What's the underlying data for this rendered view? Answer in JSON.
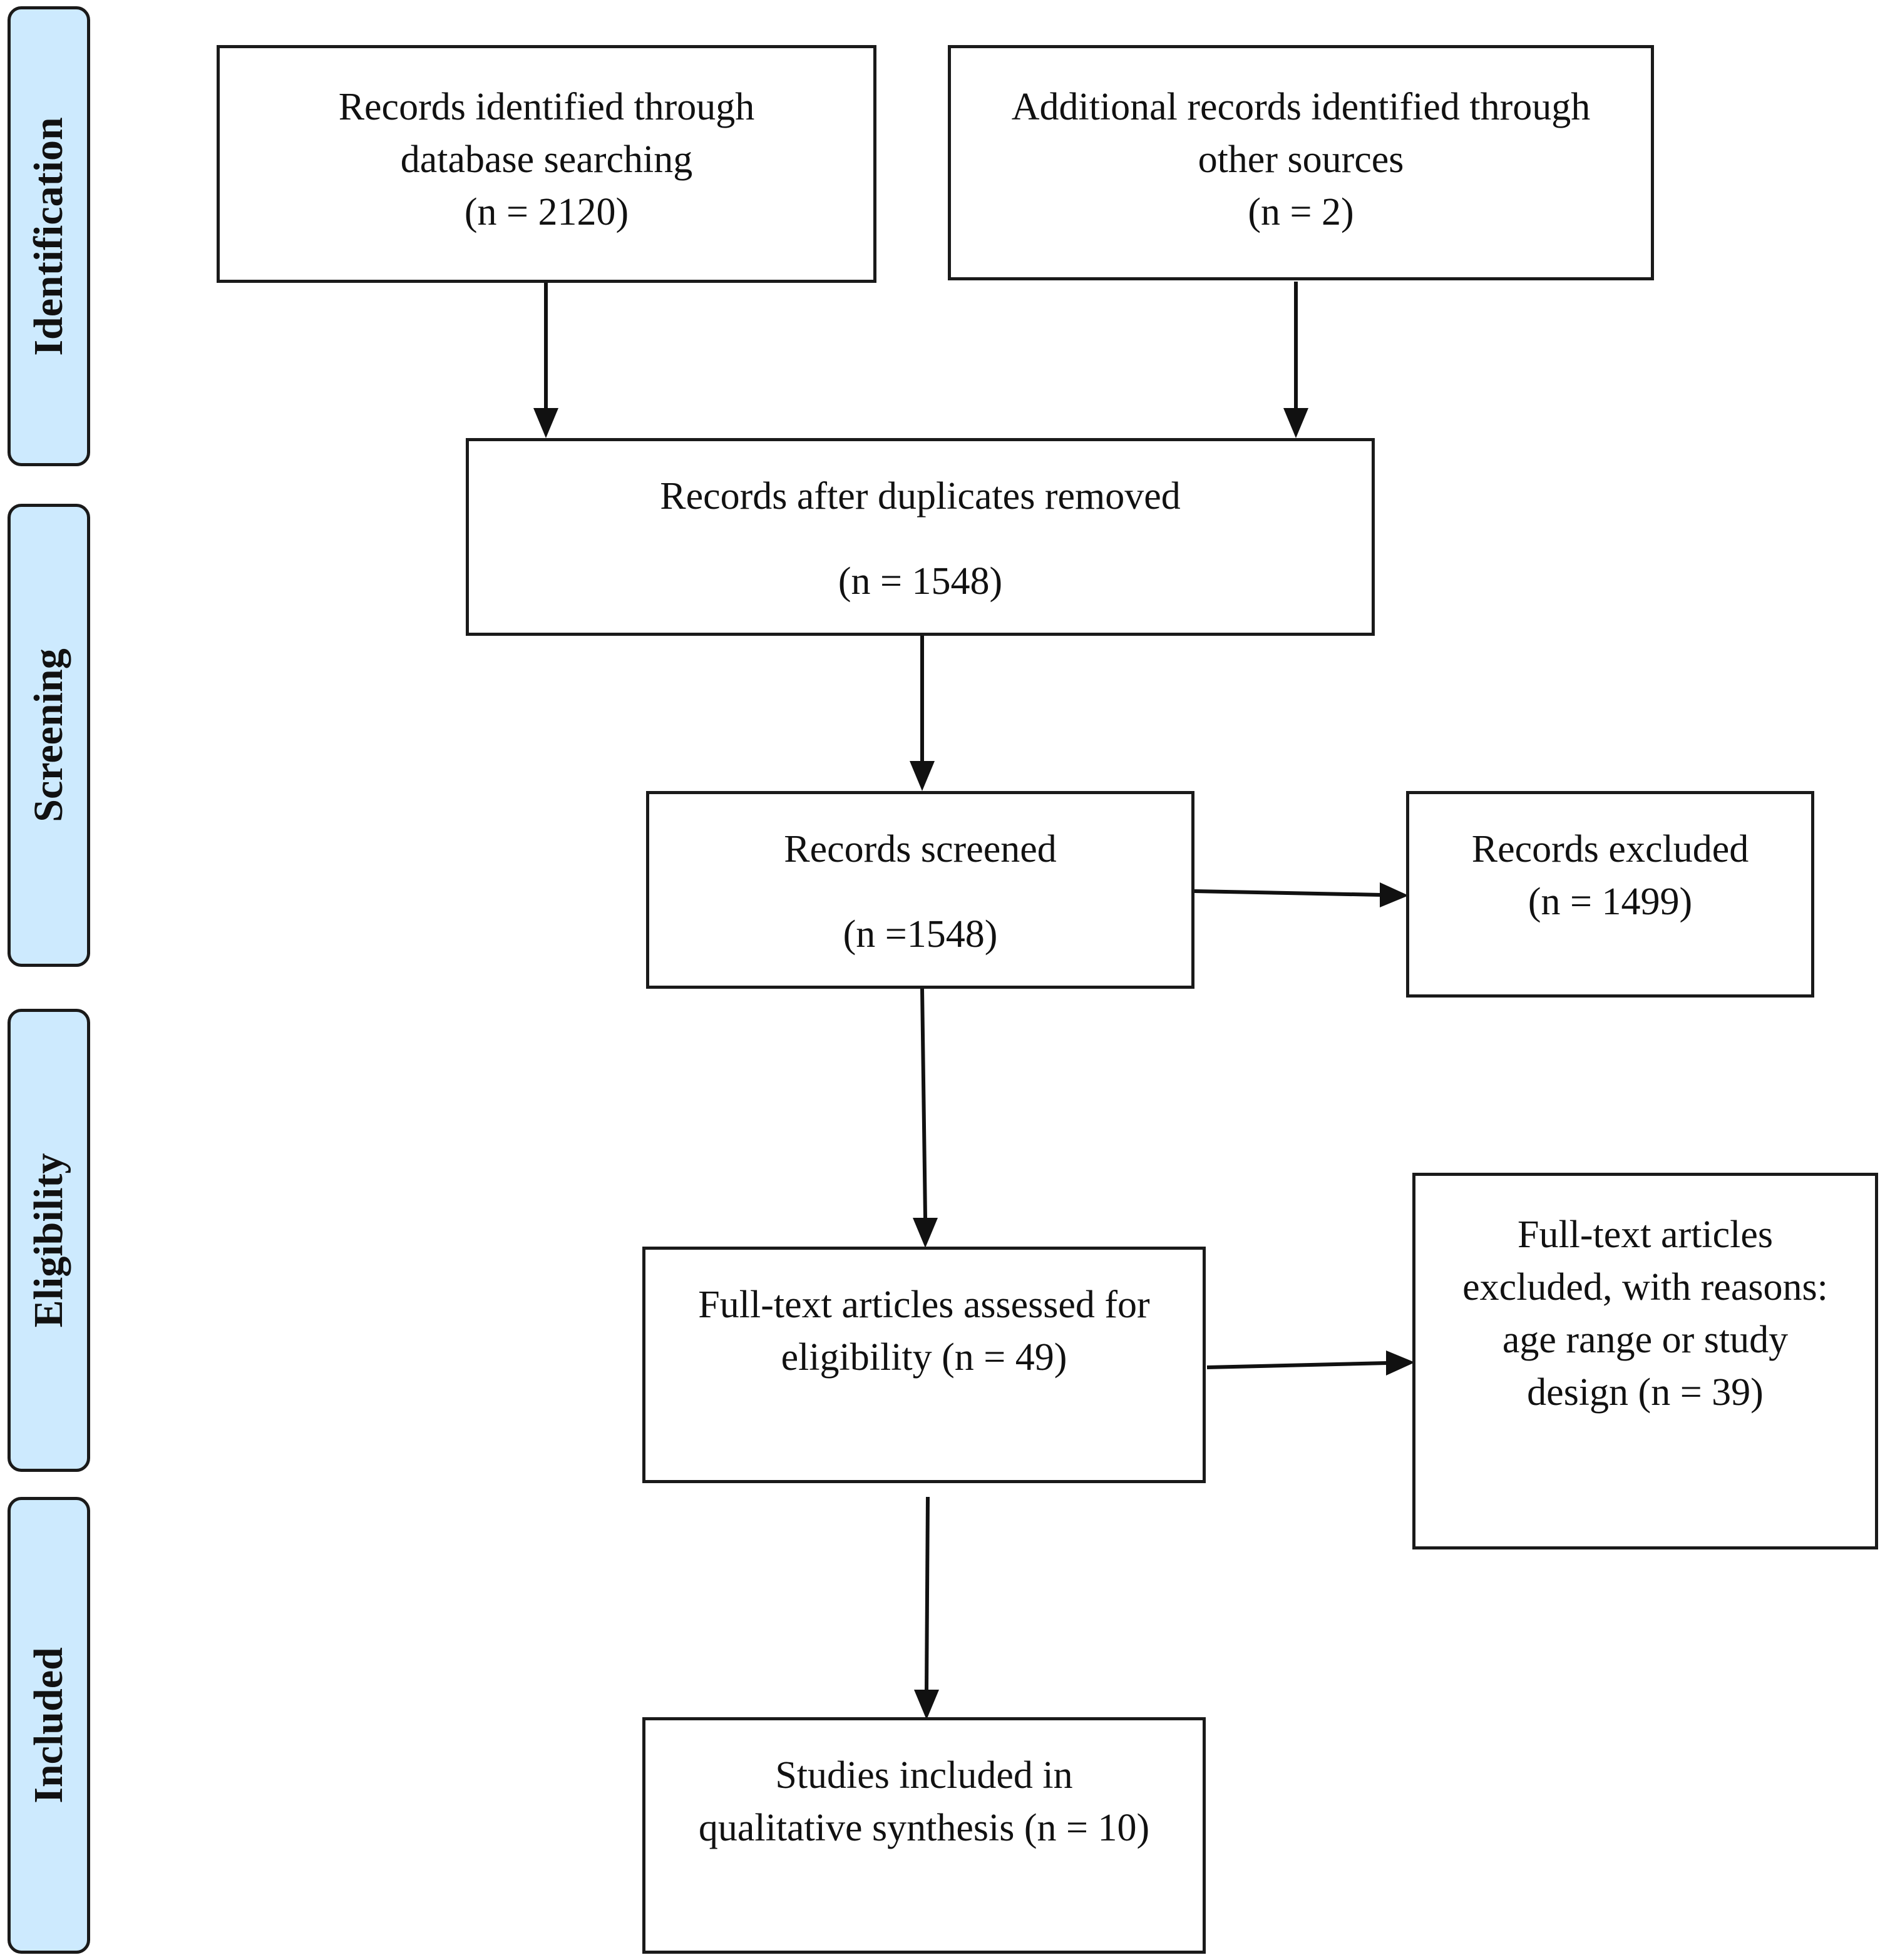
{
  "phases": {
    "identification": "Identification",
    "screening": "Screening",
    "eligibility": "Eligibility",
    "included": "Included"
  },
  "boxes": {
    "db_search": [
      "Records identified through",
      "database searching",
      "(n = 2120)"
    ],
    "other_sources": [
      "Additional records identified through",
      "other sources",
      "(n = 2)"
    ],
    "dedup": [
      "Records after duplicates removed",
      "(n = 1548)"
    ],
    "screened": [
      "Records screened",
      "(n =1548)"
    ],
    "excluded": [
      "Records excluded",
      "(n = 1499)"
    ],
    "fulltext": [
      "Full-text articles assessed for",
      "eligibility (n = 49)"
    ],
    "fulltext_excluded": [
      "Full-text articles",
      "excluded, with reasons:",
      "age range or study",
      "design (n = 39)"
    ],
    "included": [
      "Studies included in",
      "qualitative synthesis (n = 10)"
    ]
  }
}
